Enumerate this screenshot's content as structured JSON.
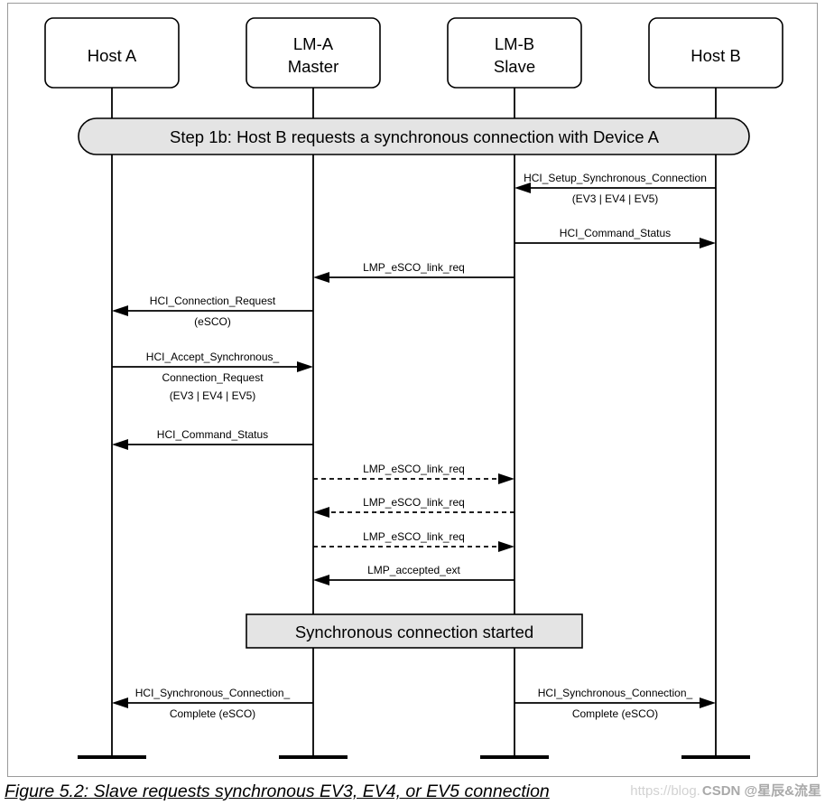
{
  "participants": [
    {
      "lines": [
        "Host A"
      ]
    },
    {
      "lines": [
        "LM-A",
        "Master"
      ]
    },
    {
      "lines": [
        "LM-B",
        "Slave"
      ]
    },
    {
      "lines": [
        "Host B"
      ]
    }
  ],
  "step_banner": "Step 1b: Host B requests a synchronous connection with Device A",
  "messages": [
    {
      "from": 3,
      "to": 2,
      "dashed": false,
      "label": [
        "HCI_Setup_Synchronous_Connection",
        "(EV3 | EV4 | EV5)"
      ]
    },
    {
      "from": 2,
      "to": 3,
      "dashed": false,
      "label": [
        "HCI_Command_Status"
      ]
    },
    {
      "from": 2,
      "to": 1,
      "dashed": false,
      "label": [
        "LMP_eSCO_link_req"
      ]
    },
    {
      "from": 1,
      "to": 0,
      "dashed": false,
      "label": [
        "HCI_Connection_Request",
        "(eSCO)"
      ]
    },
    {
      "from": 0,
      "to": 1,
      "dashed": false,
      "label": [
        "HCI_Accept_Synchronous_",
        "Connection_Request",
        "(EV3 | EV4 | EV5)"
      ]
    },
    {
      "from": 1,
      "to": 0,
      "dashed": false,
      "label": [
        "HCI_Command_Status"
      ]
    },
    {
      "from": 1,
      "to": 2,
      "dashed": true,
      "label": [
        "LMP_eSCO_link_req"
      ]
    },
    {
      "from": 2,
      "to": 1,
      "dashed": true,
      "label": [
        "LMP_eSCO_link_req"
      ]
    },
    {
      "from": 1,
      "to": 2,
      "dashed": true,
      "label": [
        "LMP_eSCO_link_req"
      ]
    },
    {
      "from": 2,
      "to": 1,
      "dashed": false,
      "label": [
        "LMP_accepted_ext"
      ]
    },
    {
      "from": 1,
      "to": 0,
      "dashed": false,
      "label": [
        "HCI_Synchronous_Connection_",
        "Complete (eSCO)"
      ]
    },
    {
      "from": 2,
      "to": 3,
      "dashed": false,
      "label": [
        "HCI_Synchronous_Connection_",
        "Complete (eSCO)"
      ]
    }
  ],
  "state_box": "Synchronous connection started",
  "caption": "Figure 5.2: Slave requests synchronous EV3, EV4, or EV5 connection",
  "watermark": {
    "url_part": "https://blog.",
    "author": "CSDN @星辰&流星"
  },
  "colors": {
    "box_fill": "#ffffff",
    "highlight_fill": "#e4e4e4",
    "line": "#000000",
    "frame": "#9a9a9a"
  }
}
